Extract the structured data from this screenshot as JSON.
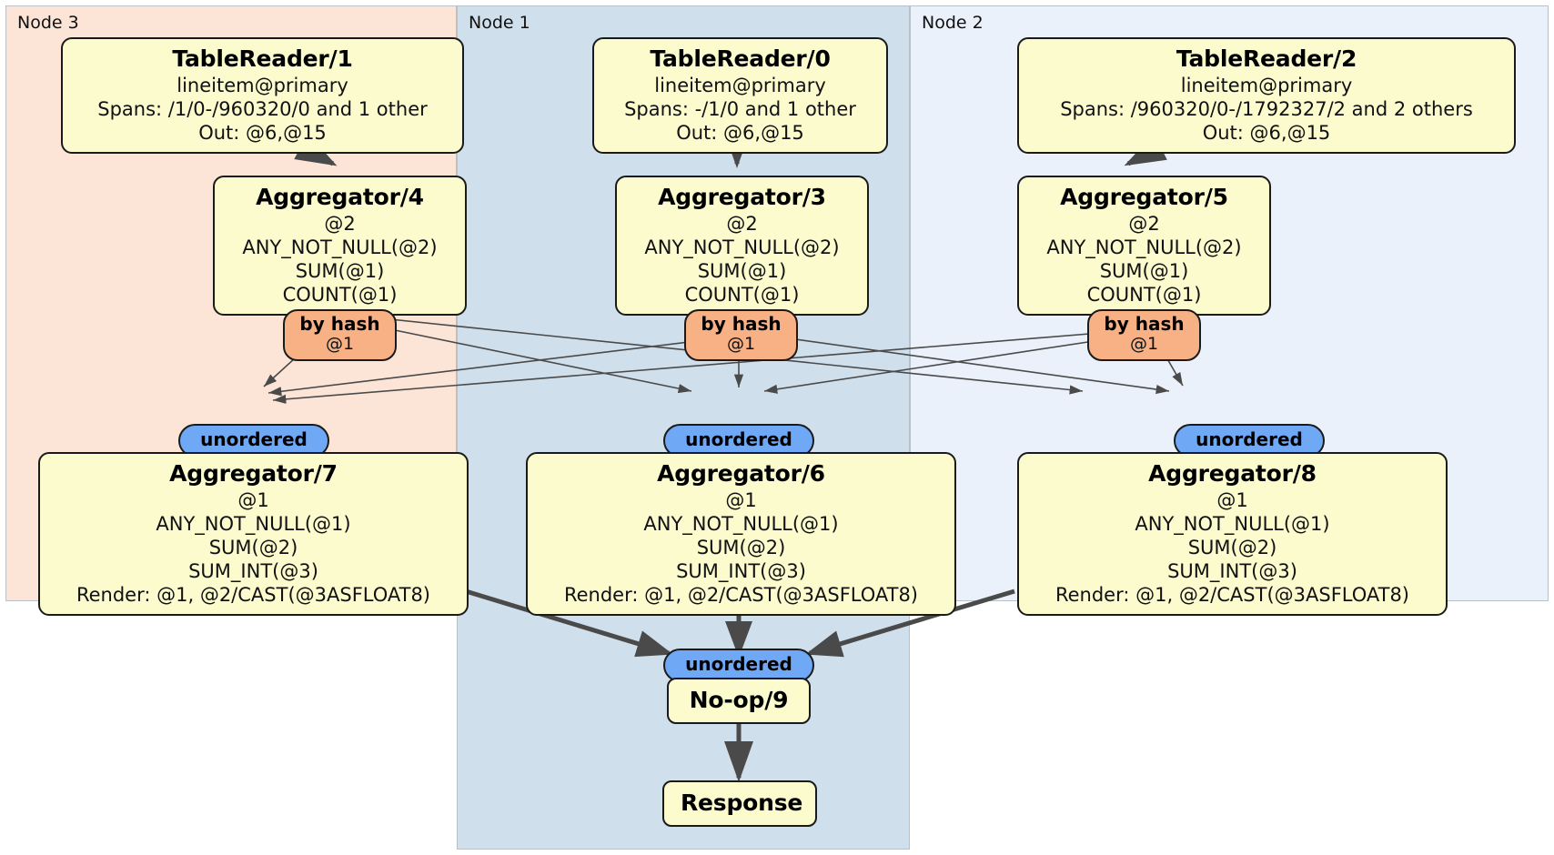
{
  "diagram": {
    "type": "distributed-query-plan",
    "colors": {
      "node3_bg": "#fce4d6",
      "node1_bg": "#cfdfec",
      "node2_bg": "#eaf1fb",
      "box_bg": "#fbfbce",
      "box_border": "#1a1a1a",
      "hash_pill_bg": "#f7b184",
      "unordered_pill_bg": "#6fa8f5",
      "edge_color": "#4a4a4a"
    }
  },
  "clusters": [
    {
      "id": "node3",
      "label": "Node 3"
    },
    {
      "id": "node1",
      "label": "Node 1"
    },
    {
      "id": "node2",
      "label": "Node 2"
    }
  ],
  "processors": {
    "tablereader1": {
      "title": "TableReader/1",
      "lines": [
        "lineitem@primary",
        "Spans: /1/0-/960320/0 and 1 other",
        "Out: @6,@15"
      ]
    },
    "tablereader0": {
      "title": "TableReader/0",
      "lines": [
        "lineitem@primary",
        "Spans: -/1/0 and 1 other",
        "Out: @6,@15"
      ]
    },
    "tablereader2": {
      "title": "TableReader/2",
      "lines": [
        "lineitem@primary",
        "Spans: /960320/0-/1792327/2 and 2 others",
        "Out: @6,@15"
      ]
    },
    "aggregator4": {
      "title": "Aggregator/4",
      "lines": [
        "@2",
        "ANY_NOT_NULL(@2)",
        "SUM(@1)",
        "COUNT(@1)"
      ]
    },
    "aggregator3": {
      "title": "Aggregator/3",
      "lines": [
        "@2",
        "ANY_NOT_NULL(@2)",
        "SUM(@1)",
        "COUNT(@1)"
      ]
    },
    "aggregator5": {
      "title": "Aggregator/5",
      "lines": [
        "@2",
        "ANY_NOT_NULL(@2)",
        "SUM(@1)",
        "COUNT(@1)"
      ]
    },
    "aggregator7": {
      "title": "Aggregator/7",
      "lines": [
        "@1",
        "ANY_NOT_NULL(@1)",
        "SUM(@2)",
        "SUM_INT(@3)",
        "Render: @1, @2/CAST(@3ASFLOAT8)"
      ]
    },
    "aggregator6": {
      "title": "Aggregator/6",
      "lines": [
        "@1",
        "ANY_NOT_NULL(@1)",
        "SUM(@2)",
        "SUM_INT(@3)",
        "Render: @1, @2/CAST(@3ASFLOAT8)"
      ]
    },
    "aggregator8": {
      "title": "Aggregator/8",
      "lines": [
        "@1",
        "ANY_NOT_NULL(@1)",
        "SUM(@2)",
        "SUM_INT(@3)",
        "Render: @1, @2/CAST(@3ASFLOAT8)"
      ]
    },
    "noop9": {
      "title": "No-op/9",
      "lines": []
    },
    "response": {
      "title": "Response",
      "lines": []
    }
  },
  "routers": {
    "hash_left": {
      "title": "by hash",
      "sub": "@1"
    },
    "hash_center": {
      "title": "by hash",
      "sub": "@1"
    },
    "hash_right": {
      "title": "by hash",
      "sub": "@1"
    }
  },
  "synchronizers": {
    "sync_left": {
      "label": "unordered"
    },
    "sync_center": {
      "label": "unordered"
    },
    "sync_right": {
      "label": "unordered"
    },
    "sync_final": {
      "label": "unordered"
    }
  }
}
